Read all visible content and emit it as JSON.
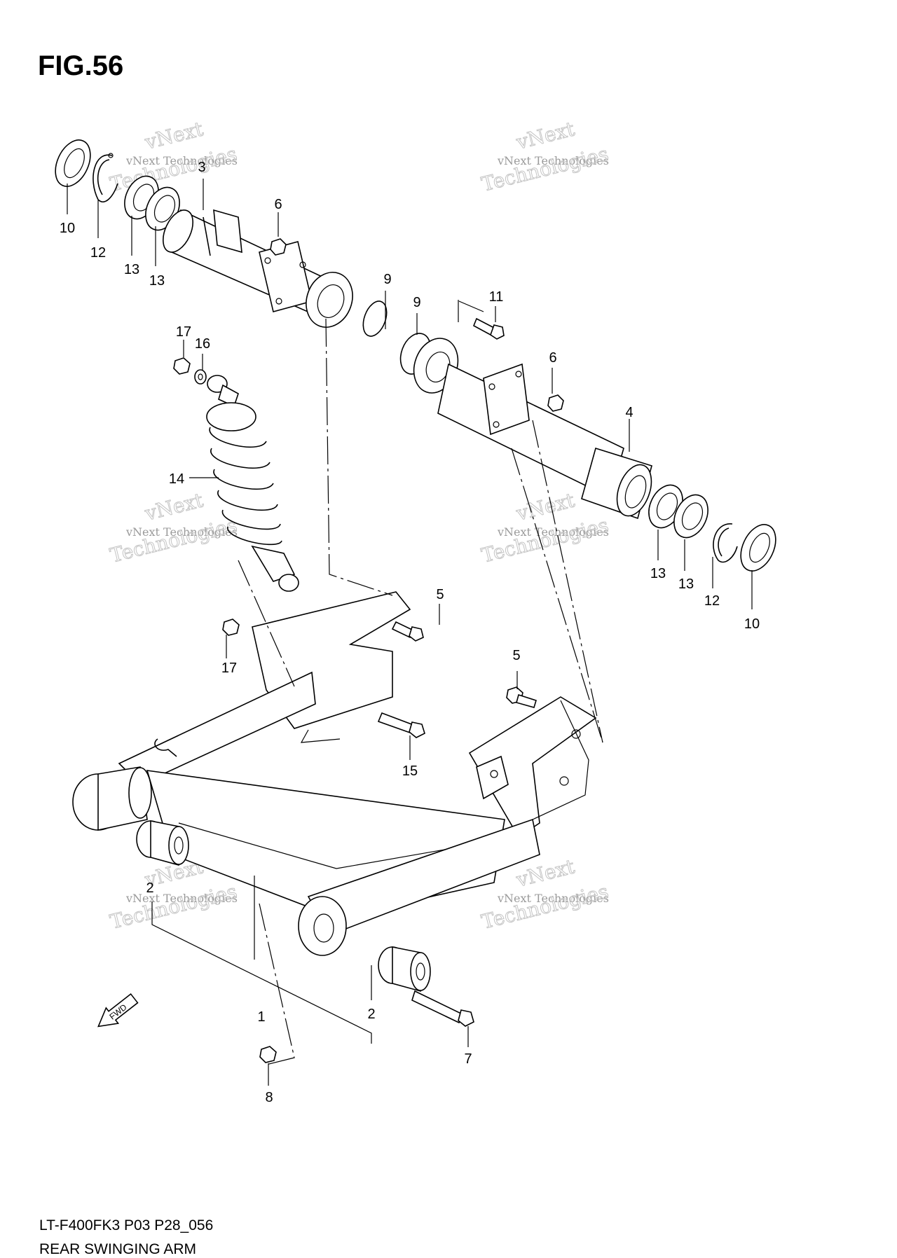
{
  "figure": {
    "title": "FIG.56",
    "model_code": "LT-F400FK3 P03 P28_056",
    "name": "REAR SWINGING ARM"
  },
  "watermark": {
    "company": "vNext Technologies",
    "brand_a": "vNext",
    "brand_b": "Technologies",
    "color": "#9a9a9a"
  },
  "direction_marker": {
    "label": "FWD"
  },
  "callouts": [
    {
      "id": "c-10-left",
      "label": "10"
    },
    {
      "id": "c-12-left",
      "label": "12"
    },
    {
      "id": "c-13-left-a",
      "label": "13"
    },
    {
      "id": "c-13-left-b",
      "label": "13"
    },
    {
      "id": "c-3",
      "label": "3"
    },
    {
      "id": "c-6-top",
      "label": "6"
    },
    {
      "id": "c-9-a",
      "label": "9"
    },
    {
      "id": "c-9-b",
      "label": "9"
    },
    {
      "id": "c-11",
      "label": "11"
    },
    {
      "id": "c-6-right",
      "label": "6"
    },
    {
      "id": "c-4",
      "label": "4"
    },
    {
      "id": "c-17-top",
      "label": "17"
    },
    {
      "id": "c-16",
      "label": "16"
    },
    {
      "id": "c-14",
      "label": "14"
    },
    {
      "id": "c-13-right-a",
      "label": "13"
    },
    {
      "id": "c-13-right-b",
      "label": "13"
    },
    {
      "id": "c-12-right",
      "label": "12"
    },
    {
      "id": "c-10-right",
      "label": "10"
    },
    {
      "id": "c-5-a",
      "label": "5"
    },
    {
      "id": "c-17-bottom",
      "label": "17"
    },
    {
      "id": "c-5-b",
      "label": "5"
    },
    {
      "id": "c-15",
      "label": "15"
    },
    {
      "id": "c-2-left",
      "label": "2"
    },
    {
      "id": "c-1",
      "label": "1"
    },
    {
      "id": "c-2-right",
      "label": "2"
    },
    {
      "id": "c-7",
      "label": "7"
    },
    {
      "id": "c-8",
      "label": "8"
    }
  ]
}
